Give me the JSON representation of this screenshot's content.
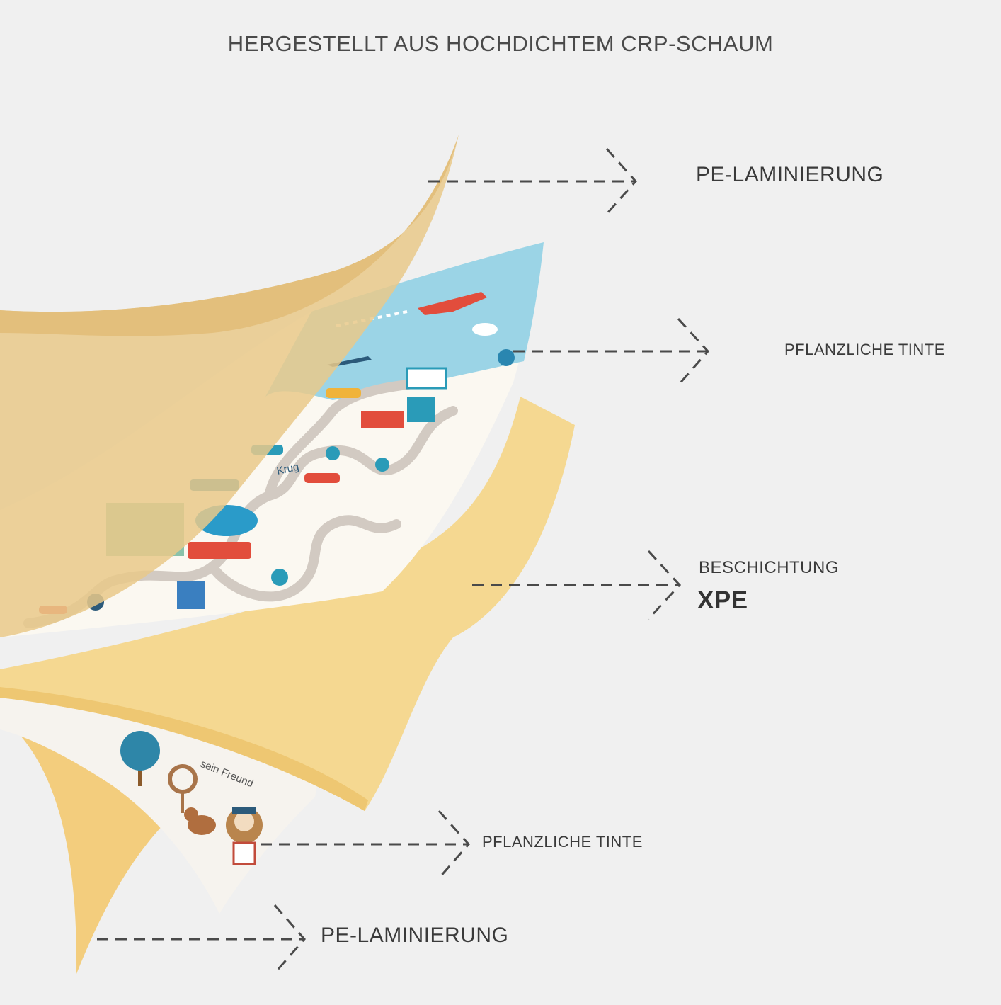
{
  "title": "HERGESTELLT AUS HOCHDICHTEM CRP-SCHAUM",
  "layers": {
    "pe_top": "PE-LAMINIERUNG",
    "ink_top": "PFLANZLICHE TINTE",
    "coating_line1": "BESCHICHTUNG",
    "coating_line2": "XPE",
    "ink_bottom": "PFLANZLICHE TINTE",
    "pe_bottom": "PE-LAMINIERUNG"
  },
  "mat_print": {
    "town_label": "Krug",
    "back_label": "sein Freund"
  },
  "colors": {
    "laminate": "#e9c98a",
    "foam": "#f5d891",
    "sky": "#9bd4e6",
    "road": "#d2cac2",
    "arrow": "#4a4a4a",
    "background": "#f0f0f0"
  },
  "icons": [
    "airplane-icon",
    "car-icon",
    "bus-icon",
    "building-icon",
    "tree-icon",
    "lake-icon",
    "bear-icon",
    "dog-icon"
  ]
}
